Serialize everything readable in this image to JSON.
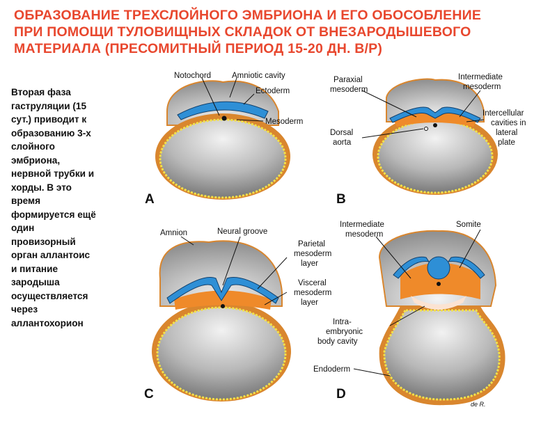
{
  "title": {
    "line1": "ОБРАЗОВАНИЕ ТРЕХСЛОЙНОГО ЭМБРИОНА И ЕГО ОБОСОБЛЕНИЕ",
    "line2": "ПРИ ПОМОЩИ ТУЛОВИЩНЫХ СКЛАДОК ОТ ВНЕЗАРОДЫШЕВОГО",
    "line3": "МАТЕРИАЛА (ПРЕСОМИТНЫЙ ПЕРИОД 15-20 ДН. В/Р)"
  },
  "body_lines": [
    "Вторая фаза",
    "гаструляции (15",
    "сут.) приводит к",
    "образованию 3-х",
    "слойного",
    "эмбриона,",
    "нервной трубки и",
    "хорды. В это",
    "время",
    "формируется ещё",
    "один",
    "провизорный",
    "орган аллантоис",
    "и питание",
    "зародыша",
    "осуществляется",
    "через",
    "аллантохорион"
  ],
  "figure": {
    "panels": {
      "a": {
        "letter": "A",
        "labels": {
          "notochord": "Notochord",
          "amniotic_cavity": "Amniotic cavity",
          "ectoderm": "Ectoderm",
          "mesoderm": "Mesoderm"
        }
      },
      "b": {
        "letter": "B",
        "labels": {
          "paraxial_1": "Paraxial",
          "paraxial_2": "mesoderm",
          "intermediate_1": "Intermediate",
          "intermediate_2": "mesoderm",
          "dorsal_1": "Dorsal",
          "dorsal_2": "aorta",
          "intercellular_1": "Intercellular",
          "intercellular_2": "cavities in",
          "intercellular_3": "lateral",
          "intercellular_4": "plate"
        }
      },
      "c": {
        "letter": "C",
        "labels": {
          "amnion": "Amnion",
          "neural_groove": "Neural groove",
          "parietal_1": "Parietal",
          "parietal_2": "mesoderm",
          "parietal_3": "layer",
          "visceral_1": "Visceral",
          "visceral_2": "mesoderm",
          "visceral_3": "layer"
        }
      },
      "d": {
        "letter": "D",
        "labels": {
          "intermediate_1": "Intermediate",
          "intermediate_2": "mesoderm",
          "somite": "Somite",
          "intra_1": "Intra-",
          "intra_2": "embryonic",
          "intra_3": "body cavity",
          "endoderm": "Endoderm",
          "signature": "de R."
        }
      }
    },
    "colors": {
      "title": "#e8472e",
      "ectoderm": "#2e8fd6",
      "mesoderm": "#ef8a2a",
      "yolk_fill": "#6f6f6f",
      "yolk_ring": "#f2e14a",
      "outer_wall": "#d9862e"
    }
  }
}
